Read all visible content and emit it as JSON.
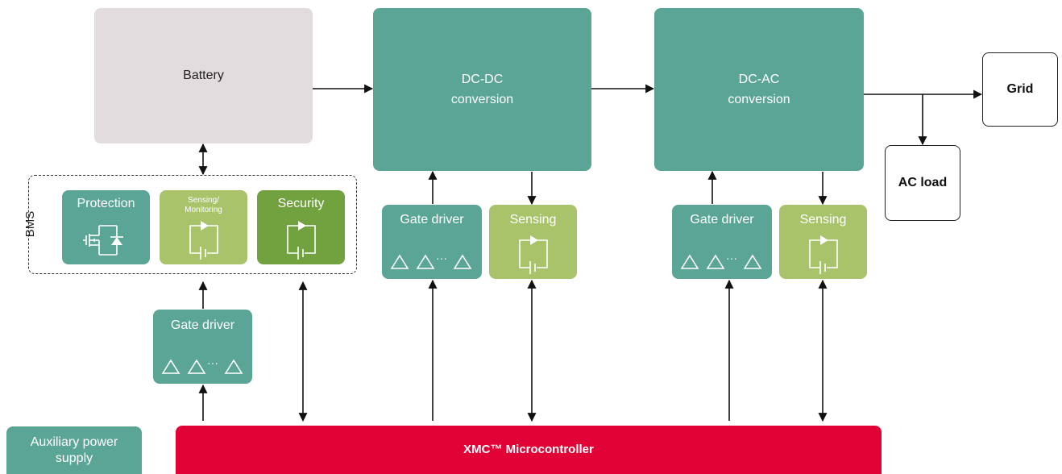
{
  "battery": {
    "label": "Battery"
  },
  "dcdc": {
    "line1": "DC-DC",
    "line2": "conversion"
  },
  "dcac": {
    "line1": "DC-AC",
    "line2": "conversion"
  },
  "grid": {
    "label": "Grid"
  },
  "acload": {
    "label": "AC load"
  },
  "bms": {
    "label": "BMS",
    "protection": "Protection",
    "sensing_line1": "Sensing/",
    "sensing_line2": "Monitoring",
    "security": "Security"
  },
  "bms_gate_driver": {
    "label": "Gate driver",
    "dots": "···"
  },
  "dcdc_gate_driver": {
    "label": "Gate driver",
    "dots": "···"
  },
  "dcdc_sensing": {
    "label": "Sensing"
  },
  "dcac_gate_driver": {
    "label": "Gate driver",
    "dots": "···"
  },
  "dcac_sensing": {
    "label": "Sensing"
  },
  "aux_power": {
    "line1": "Auxiliary power",
    "line2": "supply"
  },
  "mcu": {
    "label": "XMC™ Microcontroller"
  },
  "colors": {
    "teal": "#5ba597",
    "light_green": "#a9c36b",
    "dark_green": "#72a23f",
    "battery_grey": "#e3dcde",
    "mcu_red": "#e10335"
  }
}
